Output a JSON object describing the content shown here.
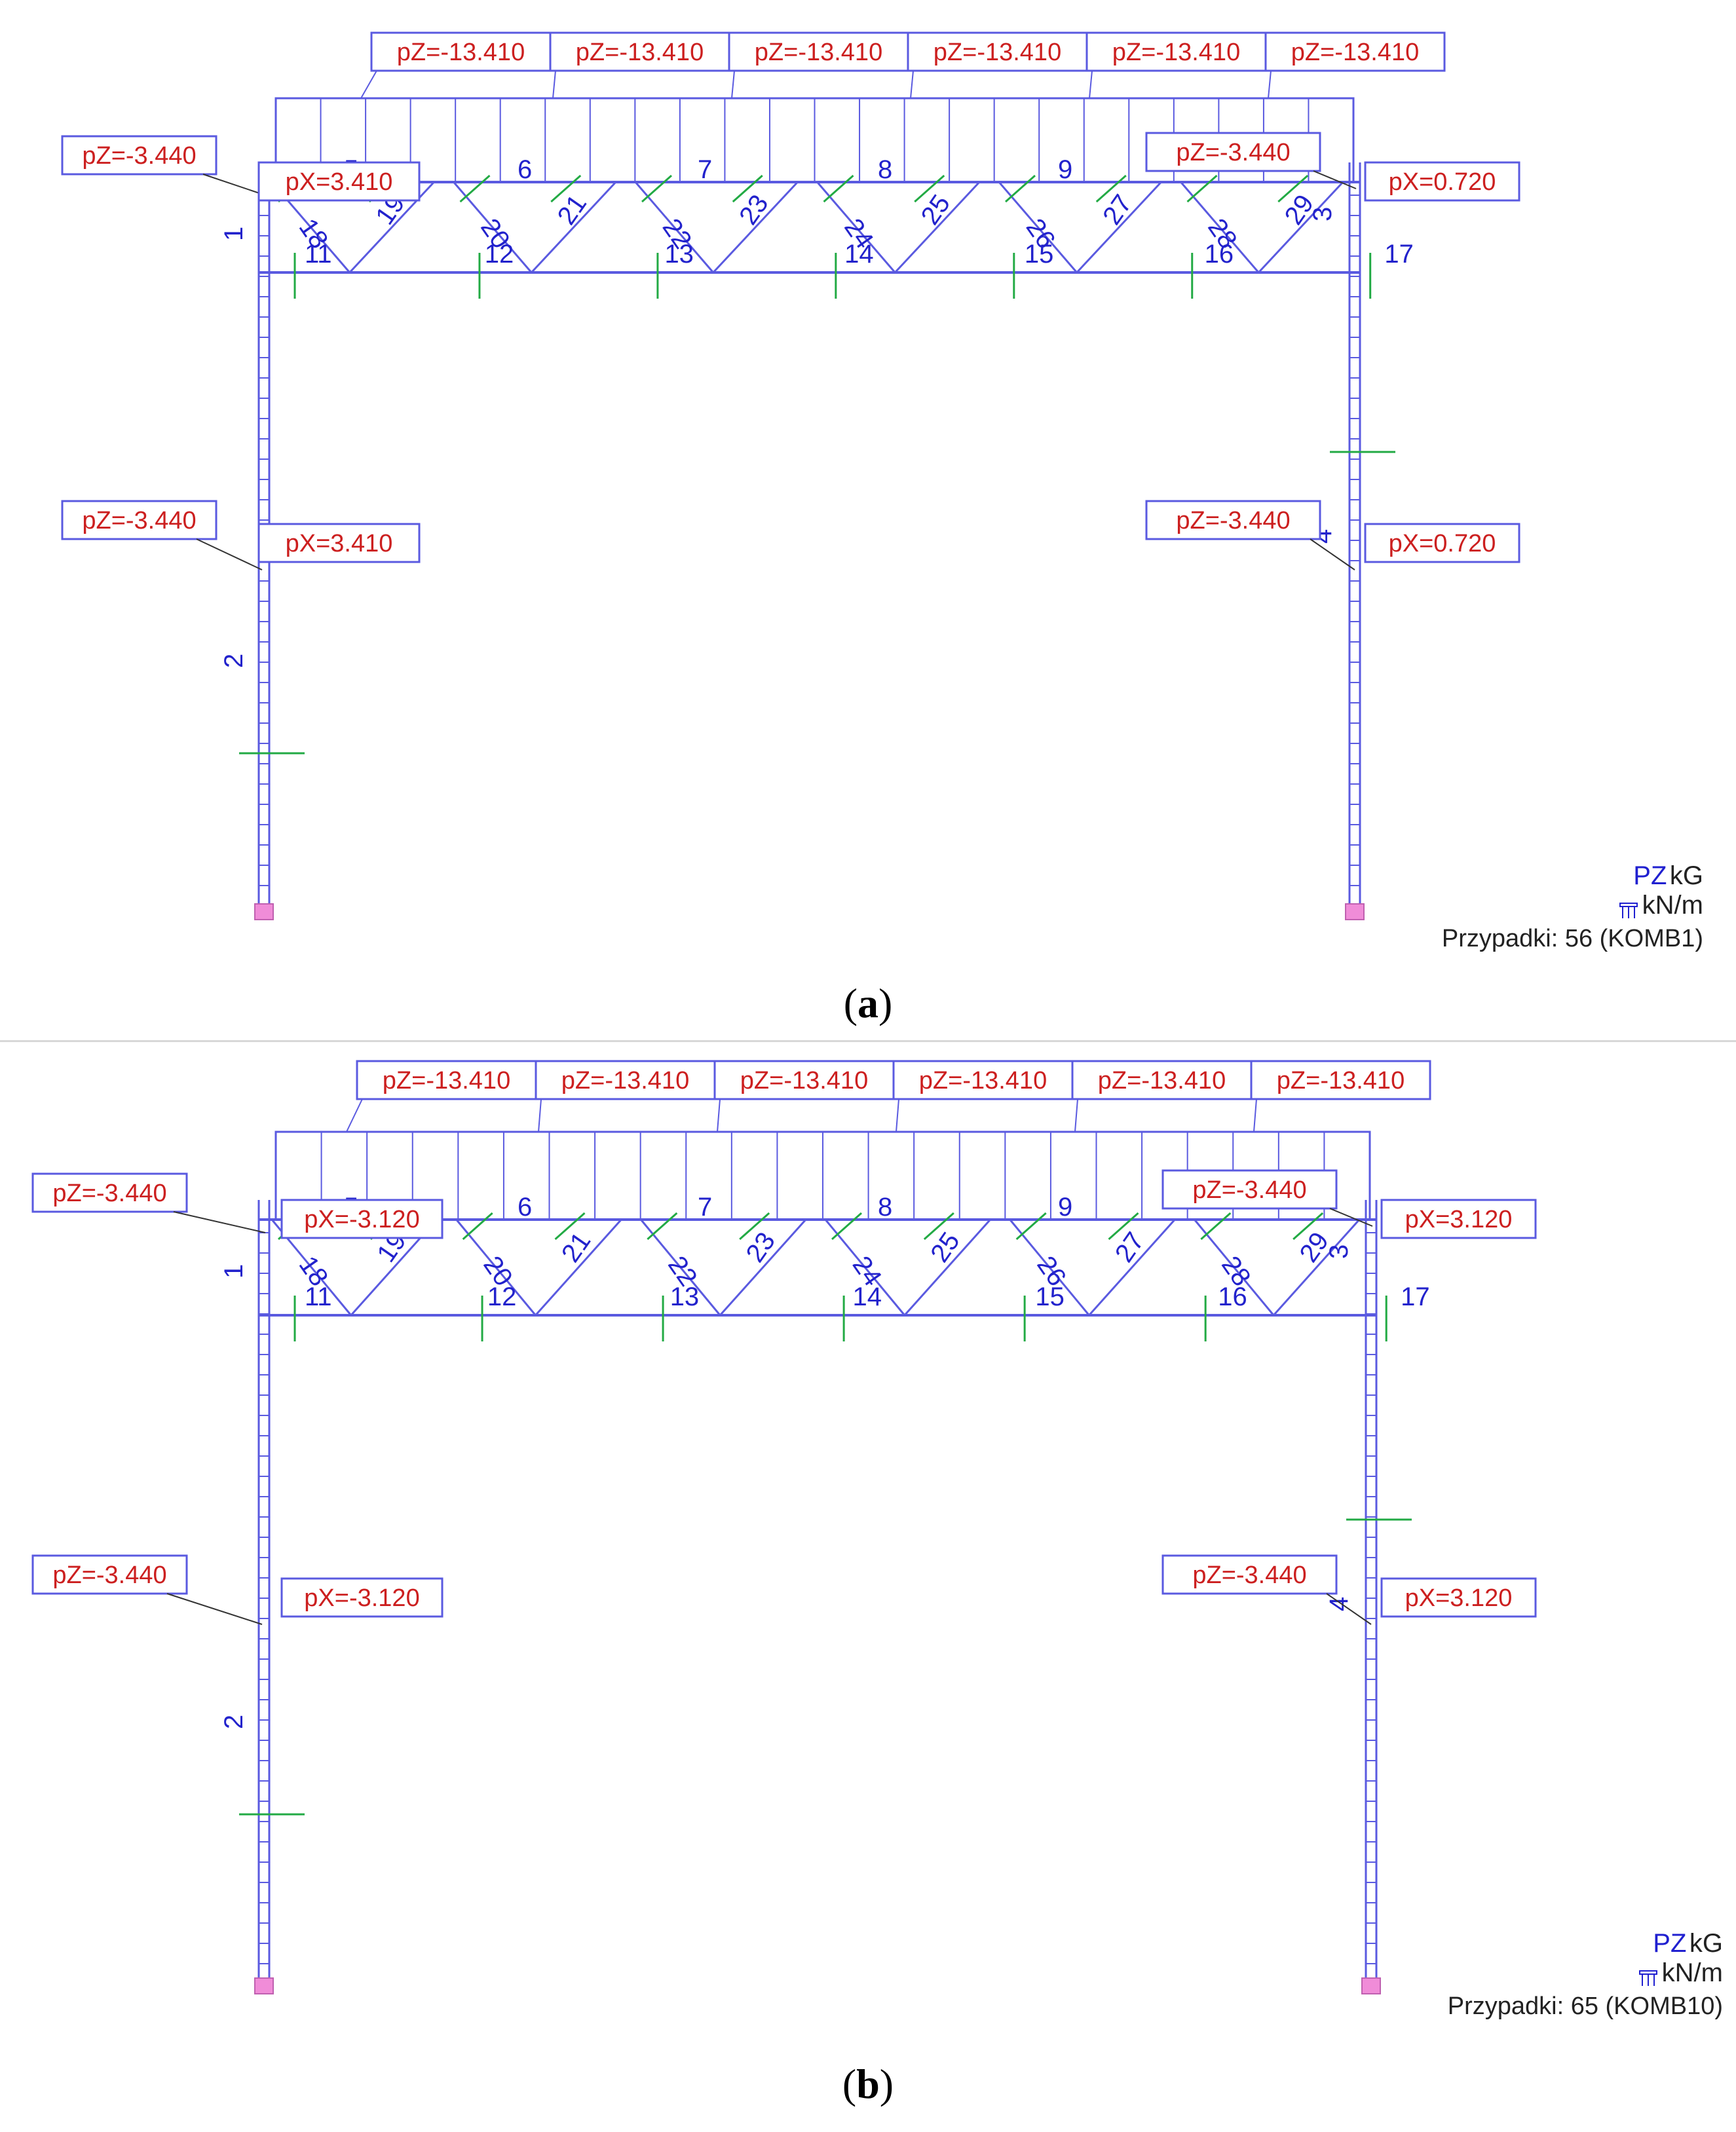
{
  "panels": [
    {
      "id": "a",
      "caption_letter": "a",
      "top_loads": [
        "pZ=-13.410",
        "pZ=-13.410",
        "pZ=-13.410",
        "pZ=-13.410",
        "pZ=-13.410",
        "pZ=-13.410"
      ],
      "left_top_pz": "pZ=-3.440",
      "left_top_px": "pX=3.410",
      "right_top_pz": "pZ=-3.440",
      "right_top_px": "pX=0.720",
      "left_mid_pz": "pZ=-3.440",
      "left_mid_px": "pX=3.410",
      "right_mid_pz": "pZ=-3.440",
      "right_mid_px": "pX=0.720",
      "legend": {
        "pz": "PZ",
        "force_unit": "kG",
        "line_unit": "kN/m",
        "cases": "Przypadki: 56 (KOMB1)"
      }
    },
    {
      "id": "b",
      "caption_letter": "b",
      "top_loads": [
        "pZ=-13.410",
        "pZ=-13.410",
        "pZ=-13.410",
        "pZ=-13.410",
        "pZ=-13.410",
        "pZ=-13.410"
      ],
      "left_top_pz": "pZ=-3.440",
      "left_top_px": "pX=-3.120",
      "right_top_pz": "pZ=-3.440",
      "right_top_px": "pX=3.120",
      "left_mid_pz": "pZ=-3.440",
      "left_mid_px": "pX=-3.120",
      "right_mid_pz": "pZ=-3.440",
      "right_mid_px": "pX=3.120",
      "legend": {
        "pz": "PZ",
        "force_unit": "kG",
        "line_unit": "kN/m",
        "cases": "Przypadki: 65 (KOMB10)"
      }
    }
  ],
  "node_labels": {
    "columns": [
      "1",
      "2",
      "3",
      "4"
    ],
    "top_chord": [
      "5",
      "6",
      "7",
      "8",
      "9"
    ],
    "bottom_chord": [
      "11",
      "12",
      "13",
      "14",
      "15",
      "16",
      "17"
    ],
    "diagonals": [
      "18",
      "19",
      "20",
      "21",
      "22",
      "23",
      "24",
      "25",
      "26",
      "27",
      "28",
      "29"
    ]
  },
  "colors": {
    "structure": "#5a5ae0",
    "load_text": "#cc1f1f",
    "node_text": "#2222cc",
    "marker": "#22aa44",
    "support": "#f08cd8"
  }
}
